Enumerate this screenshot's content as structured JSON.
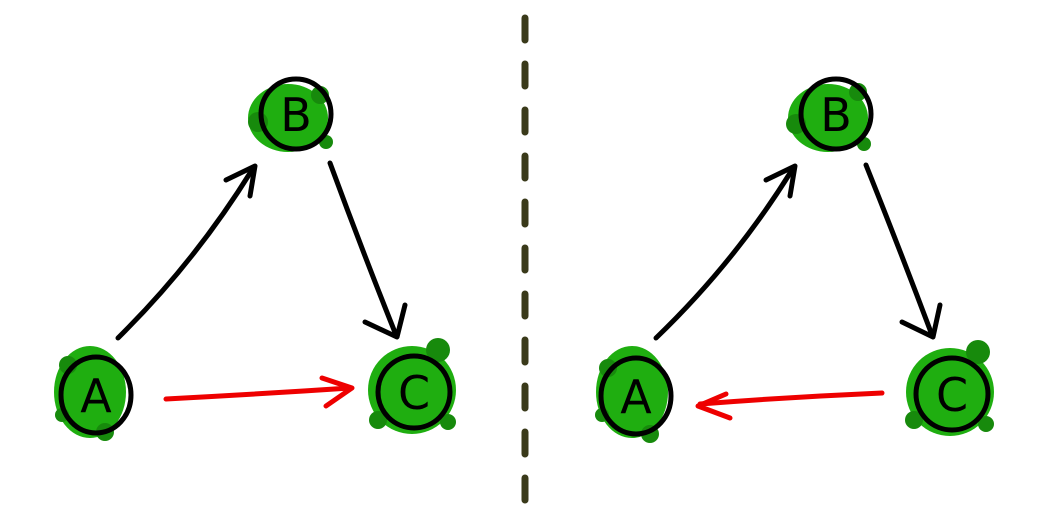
{
  "diagrams": [
    {
      "id": "left",
      "nodes": [
        {
          "id": "A",
          "label": "A"
        },
        {
          "id": "B",
          "label": "B"
        },
        {
          "id": "C",
          "label": "C"
        }
      ],
      "edges": [
        {
          "from": "A",
          "to": "B",
          "color": "#000000"
        },
        {
          "from": "B",
          "to": "C",
          "color": "#000000"
        },
        {
          "from": "A",
          "to": "C",
          "color": "#ee0000"
        }
      ]
    },
    {
      "id": "right",
      "nodes": [
        {
          "id": "A",
          "label": "A"
        },
        {
          "id": "B",
          "label": "B"
        },
        {
          "id": "C",
          "label": "C"
        }
      ],
      "edges": [
        {
          "from": "A",
          "to": "B",
          "color": "#000000"
        },
        {
          "from": "B",
          "to": "C",
          "color": "#000000"
        },
        {
          "from": "C",
          "to": "A",
          "color": "#ee0000"
        }
      ]
    }
  ],
  "colors": {
    "node_fill": "#1fae10",
    "node_fill_dark": "#178a0c",
    "outline": "#000000",
    "divider": "#3a3a1a",
    "highlight_edge": "#ee0000"
  }
}
